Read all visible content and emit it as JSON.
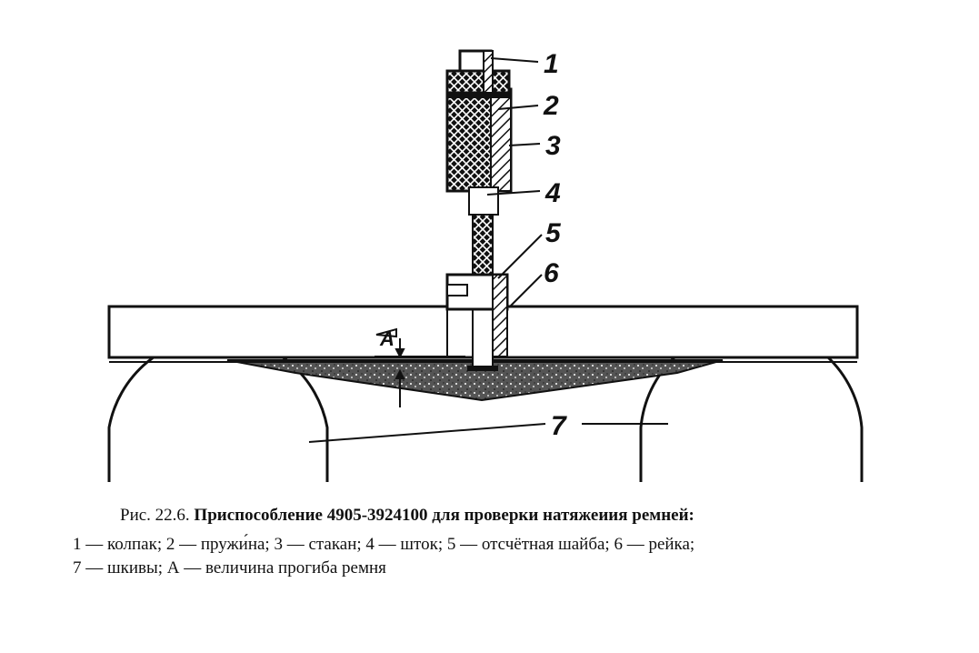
{
  "diagram": {
    "part_numbers": [
      "1",
      "2",
      "3",
      "4",
      "5",
      "6",
      "7"
    ],
    "deflection_label": "A"
  },
  "caption": {
    "prefix": "Рис. 22.6.",
    "title": "Приспособление 4905-3924100 для проверки натяжеиия ремней:"
  },
  "legend": {
    "line1": "1 — колпак; 2 — пружи́на; 3 — стакан; 4 — шток; 5 — отсчётная шайба; 6 — рейка;",
    "line2": "7 — шкивы; А — величина прогиба ремня"
  }
}
